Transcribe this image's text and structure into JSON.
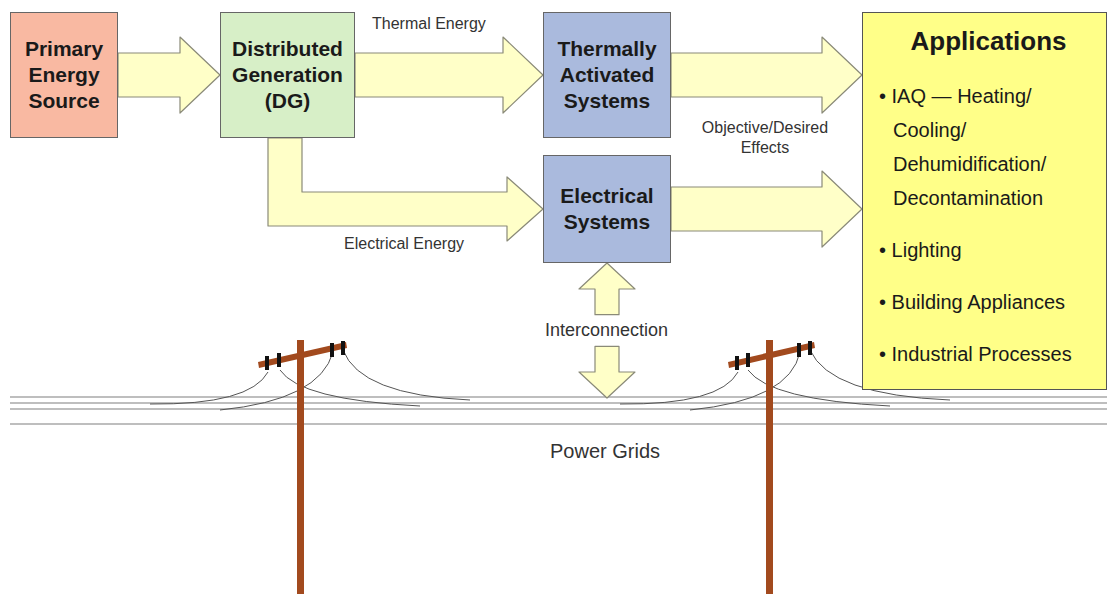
{
  "diagram": {
    "nodes": [
      {
        "text": [
          "Primary Energy Source"
        ]
      },
      {
        "text": [
          "Distributed Generation (DG)"
        ]
      },
      {
        "text": [
          "Thermally Activated Systems"
        ]
      },
      {
        "text": [
          "Electrical Systems"
        ]
      },
      {
        "text": [
          "Applications",
          "• IAQ — Heating/ Cooling/ Dehumidification/ Decontamination",
          "• Lighting",
          "• Building Appliances",
          "• Industrial Processes"
        ]
      },
      {
        "text": [
          "Power Grids"
        ]
      }
    ],
    "edges": [
      {
        "from": 0,
        "to": 1,
        "arrow": "to"
      },
      {
        "from": 1,
        "to": 2,
        "label": "Thermal Energy",
        "arrow": "to"
      },
      {
        "from": 1,
        "to": 3,
        "label": "Electrical Energy",
        "arrow": "to"
      },
      {
        "from": 2,
        "to": 4,
        "arrow": "to"
      },
      {
        "from": 3,
        "to": 4,
        "arrow": "to"
      },
      {
        "from": 3,
        "to": 5,
        "label": "Interconnection",
        "arrow": "both"
      }
    ],
    "labels": [
      "Objective/Desired Effects"
    ]
  }
}
